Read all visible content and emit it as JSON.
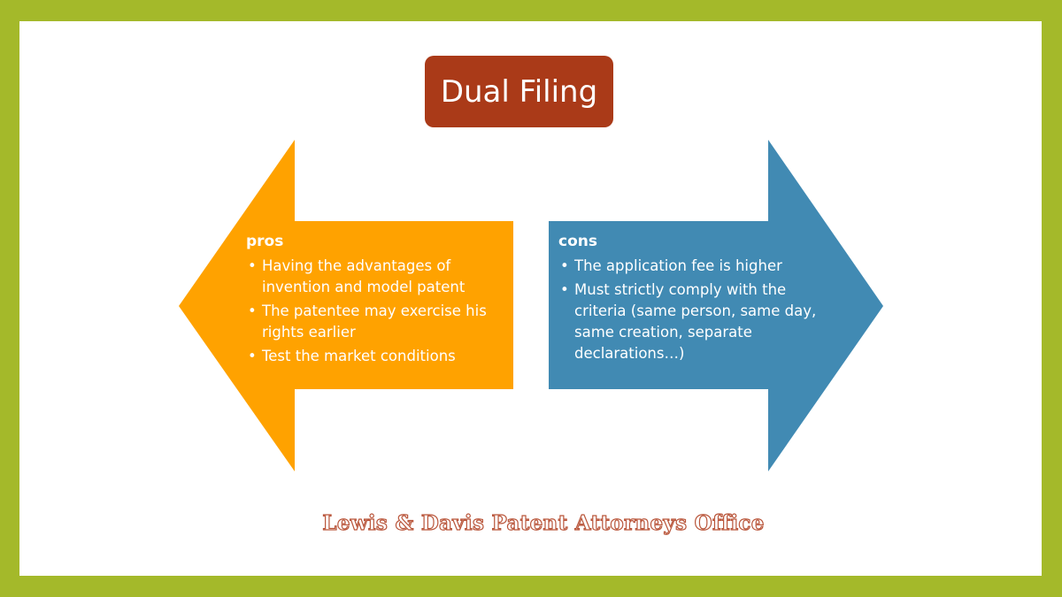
{
  "title": "Dual Filing",
  "colors": {
    "border": "#a4b92a",
    "title_box": "#aa3a18",
    "left_arrow": "#ffa200",
    "right_arrow": "#418ab3",
    "footer_outline": "#b9553a"
  },
  "left": {
    "heading": "pros",
    "items": [
      "Having the advantages of invention and model patent",
      "The patentee may exercise his rights earlier",
      "Test the market conditions"
    ]
  },
  "right": {
    "heading": "cons",
    "items": [
      "The application fee is higher",
      "Must strictly comply with the criteria (same person, same day, same creation, separate declarations…)"
    ]
  },
  "footer": "Lewis & Davis Patent Attorneys Office",
  "bullet": "•"
}
